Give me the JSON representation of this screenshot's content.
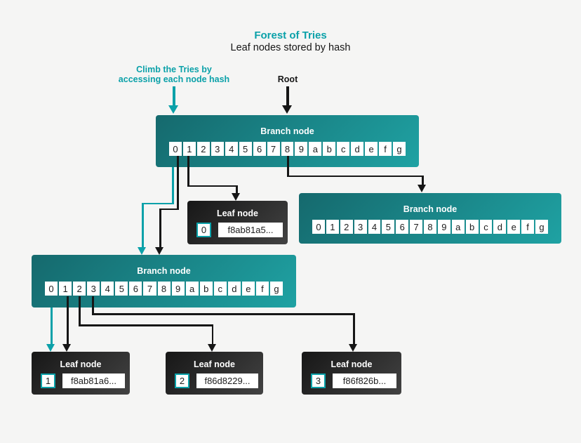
{
  "title": "Forest of Tries",
  "subtitle": "Leaf nodes stored by hash",
  "annotations": {
    "climb_line1": "Climb the Tries by",
    "climb_line2": "accessing each node hash",
    "root": "Root"
  },
  "hex_digits": [
    "0",
    "1",
    "2",
    "3",
    "4",
    "5",
    "6",
    "7",
    "8",
    "9",
    "a",
    "b",
    "c",
    "d",
    "e",
    "f",
    "g"
  ],
  "nodes": {
    "root_branch": {
      "label": "Branch node"
    },
    "right_branch": {
      "label": "Branch node"
    },
    "left_branch": {
      "label": "Branch node"
    },
    "leaf_0": {
      "label": "Leaf node",
      "index": "0",
      "hash": "f8ab81a5..."
    },
    "leaf_1": {
      "label": "Leaf node",
      "index": "1",
      "hash": "f8ab81a6..."
    },
    "leaf_2": {
      "label": "Leaf node",
      "index": "2",
      "hash": "f86d8229..."
    },
    "leaf_3": {
      "label": "Leaf node",
      "index": "3",
      "hash": "f86f826b..."
    }
  },
  "colors": {
    "background": "#f5f5f4",
    "teal_accent": "#0ba1a9",
    "branch_gradient_start": "#15696d",
    "branch_gradient_end": "#1fa2a3",
    "leaf_gradient_start": "#171717",
    "leaf_gradient_end": "#424242",
    "connector_black": "#161616",
    "cell_background": "#ffffff"
  }
}
